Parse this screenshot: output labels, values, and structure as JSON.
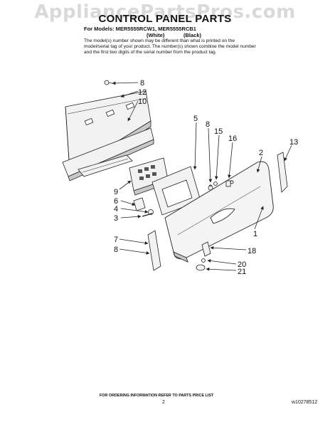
{
  "watermark": "AppliancePartsPros.com",
  "title": "CONTROL PANEL PARTS",
  "models_line": "For Models: MER5555RCW1, MER5555RCB1",
  "variants": [
    "(White)",
    "(Black)"
  ],
  "note": "The model(s) number shown may be different than what is printed on the model/serial tag of your product. The number(s) shown combine the model number and the first two digits of the serial number from the product tag.",
  "callouts": [
    {
      "id": "c8a",
      "label": "8"
    },
    {
      "id": "c12",
      "label": "12"
    },
    {
      "id": "c10",
      "label": "10"
    },
    {
      "id": "c5",
      "label": "5"
    },
    {
      "id": "c8b",
      "label": "8"
    },
    {
      "id": "c15",
      "label": "15"
    },
    {
      "id": "c16",
      "label": "16"
    },
    {
      "id": "c2",
      "label": "2"
    },
    {
      "id": "c13",
      "label": "13"
    },
    {
      "id": "c9",
      "label": "9"
    },
    {
      "id": "c6",
      "label": "6"
    },
    {
      "id": "c4",
      "label": "4"
    },
    {
      "id": "c3",
      "label": "3"
    },
    {
      "id": "c1",
      "label": "1"
    },
    {
      "id": "c7",
      "label": "7"
    },
    {
      "id": "c8c",
      "label": "8"
    },
    {
      "id": "c18",
      "label": "18"
    },
    {
      "id": "c20",
      "label": "20"
    },
    {
      "id": "c21",
      "label": "21"
    }
  ],
  "footer": "FOR ORDERING INFORMATION REFER TO PARTS PRICE LIST",
  "page_number": "2",
  "doc_number": "w10278512",
  "colors": {
    "line": "#222222",
    "part_fill": "#f2f2f2",
    "shade": "#c8c8c8",
    "watermark": "#d9d9d9"
  }
}
